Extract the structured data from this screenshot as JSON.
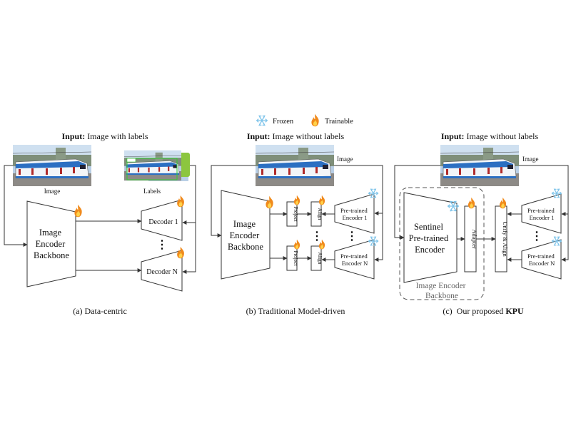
{
  "legend": {
    "frozen": "Frozen",
    "trainable": "Trainable"
  },
  "panel_a": {
    "input_bold": "Input:",
    "input_text": " Image with labels",
    "image_label": "Image",
    "labels_label": "Labels",
    "encoder": [
      "Image",
      "Encoder",
      "Backbone"
    ],
    "decoder_1": "Decoder 1",
    "decoder_n": "Decoder N",
    "dots": "⋮",
    "caption": "(a) Data-centric"
  },
  "panel_b": {
    "input_bold": "Input:",
    "input_text": " Image without labels",
    "image_label": "Image",
    "encoder": [
      "Image",
      "Encoder",
      "Backbone"
    ],
    "project": "Project",
    "align": "Align",
    "pretrained_1": [
      "Pre-trained",
      "Encoder 1"
    ],
    "pretrained_n": [
      "Pre-trained",
      "Encoder N"
    ],
    "dots": "⋮",
    "caption": "(b) Traditional Model-driven"
  },
  "panel_c": {
    "input_bold": "Input:",
    "input_text": " Image without labels",
    "image_label": "Image",
    "sentinel": [
      "Sentinel",
      "Pre-trained",
      "Encoder"
    ],
    "adapter": "Adapter",
    "unify_align": "Unify & Align",
    "backbone": [
      "Image Encoder",
      "Backbone"
    ],
    "pretrained_1": [
      "Pre-trained",
      "Encoder 1"
    ],
    "pretrained_n": [
      "Pre-trained",
      "Encoder N"
    ],
    "dots": "⋮",
    "caption_prefix": "(c)  Our proposed ",
    "caption_bold": "KPU"
  },
  "colors": {
    "frozen": "#7fc4ea",
    "flame_outer": "#f08a1c",
    "flame_inner": "#ffd24a",
    "tram_body": "#f2f5f8",
    "tram_stripe": "#2b6fc2",
    "sky": "#b9cfe6"
  },
  "icons": {
    "frozen": "snowflake-icon",
    "trainable": "flame-icon",
    "image": "tram-photo"
  }
}
